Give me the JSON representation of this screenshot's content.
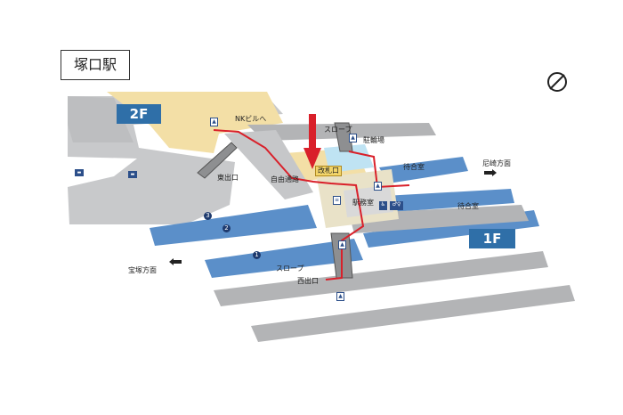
{
  "station_name": "塚口駅",
  "floors": {
    "upper": "2F",
    "ground": "1F"
  },
  "labels": {
    "nk_building": "NKビルへ",
    "slope_north": "スロープ",
    "bicycle_parking": "駐輪場",
    "ticket_gate": "改札口",
    "waiting_room_1": "待合室",
    "waiting_room_2": "待合室",
    "amagasaki": "尼崎方面",
    "takarazuka": "宝塚方面",
    "east_exit": "東出口",
    "west_exit": "西出口",
    "free_passage": "自由通路",
    "station_office": "駅務室",
    "slope_south": "スロープ"
  },
  "platform_numbers": [
    "1",
    "2",
    "3"
  ],
  "colors": {
    "platform_blue": "#5b8fc9",
    "track_gray": "#a9abae",
    "building_tan": "#f3dfa6",
    "route_red": "#d9202a",
    "floor_badge": "#2f6fa8"
  },
  "icons": [
    "elevator-icon",
    "escalator-icon",
    "toilet-icon",
    "accessible-icon",
    "bus-icon",
    "compass-icon"
  ]
}
